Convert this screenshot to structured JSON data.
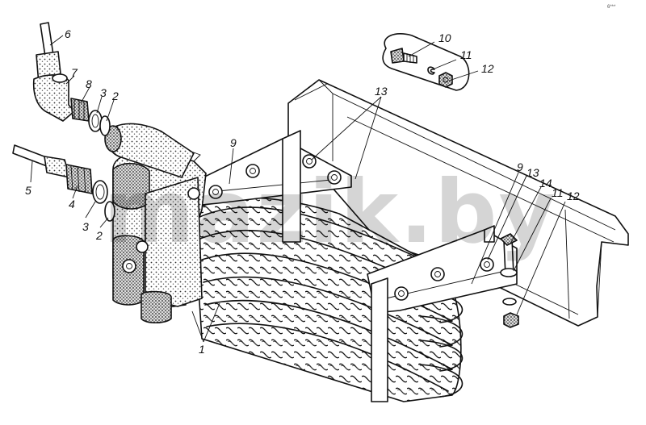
{
  "figure": {
    "corner_mark": "6***",
    "watermark": "mazik.by",
    "callouts": {
      "c1": "1",
      "c2a": "2",
      "c2b": "2",
      "c3a": "3",
      "c3b": "3",
      "c4": "4",
      "c5": "5",
      "c6": "6",
      "c7": "7",
      "c8": "8",
      "c9a": "9",
      "c9b": "9",
      "c10": "10",
      "c11a": "11",
      "c11b": "11",
      "c12a": "12",
      "c12b": "12",
      "c13a": "13",
      "c13b": "13",
      "c14": "14"
    }
  }
}
